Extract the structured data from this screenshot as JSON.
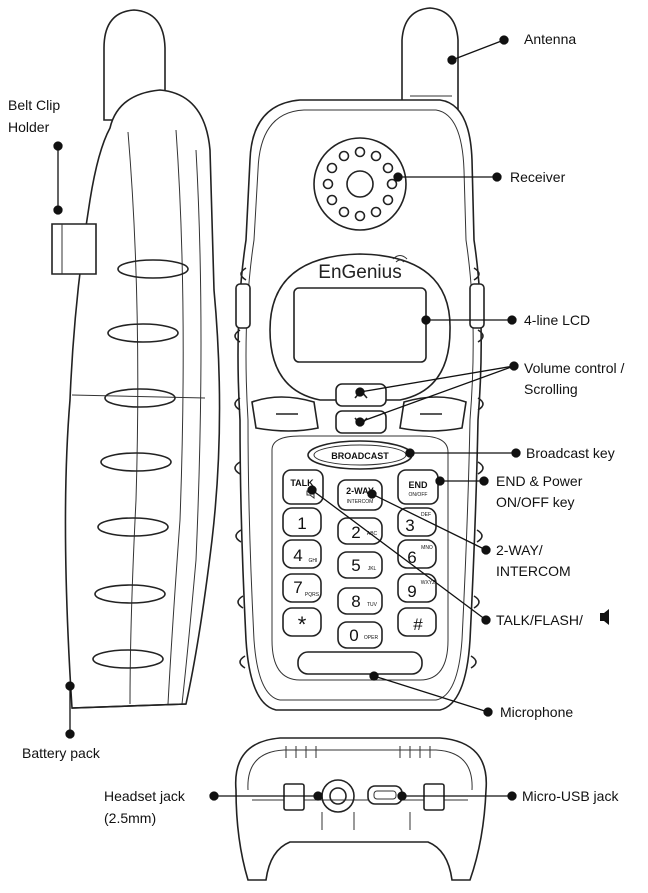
{
  "brand": "EnGenius",
  "labels": {
    "antenna": "Antenna",
    "receiver": "Receiver",
    "lcd": "4-line LCD",
    "volume_1": "Volume control /",
    "volume_2": "Scrolling",
    "broadcast_key": "Broadcast key",
    "end_1": "END & Power",
    "end_2": "ON/OFF key",
    "twoway_1": "2-WAY/",
    "twoway_2": "INTERCOM",
    "talk": "TALK/FLASH/",
    "microphone": "Microphone",
    "belt_1": "Belt Clip",
    "belt_2": "Holder",
    "battery": "Battery pack",
    "headset_1": "Headset jack",
    "headset_2": "(2.5mm)",
    "usb": "Micro-USB jack"
  },
  "keys": {
    "broadcast": "BROADCAST",
    "talk": "TALK",
    "twoway": "2-WAY",
    "twoway_sub": "INTERCOM",
    "end": "END",
    "end_sub": "ON/OFF",
    "k1": "1",
    "k2": "2",
    "k2s": "ABC",
    "k3": "3",
    "k3s": "DEF",
    "k4": "4",
    "k4s": "GHI",
    "k5": "5",
    "k5s": "JKL",
    "k6": "6",
    "k6s": "MNO",
    "k7": "7",
    "k7s": "PQRS",
    "k8": "8",
    "k8s": "TUV",
    "k9": "9",
    "k9s": "WXYZ",
    "star": "*",
    "k0": "0",
    "k0s": "OPER",
    "hash": "#"
  },
  "icons": {
    "speaker": "speaker-icon",
    "up": "chevron-up-icon",
    "down": "chevron-down-icon"
  }
}
